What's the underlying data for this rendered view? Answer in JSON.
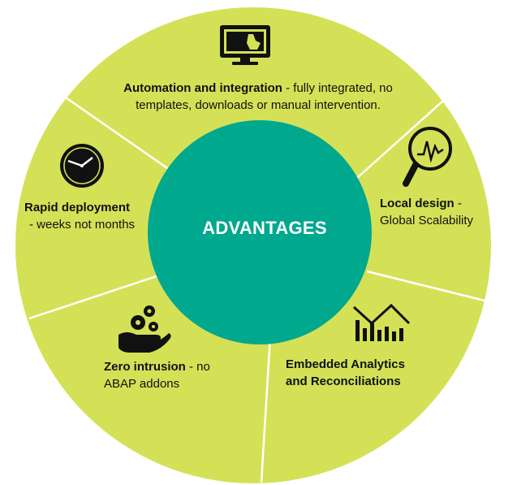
{
  "center": {
    "label": "ADVANTAGES"
  },
  "segments": [
    {
      "id": "automation",
      "title": "Automation and integration",
      "description": " - fully integrated, no templates, downloads or manual intervention.",
      "icon": "monitor-touch-icon"
    },
    {
      "id": "local",
      "title": "Local design",
      "description": " -",
      "description2": "Global Scalability",
      "icon": "magnifier-chart-icon"
    },
    {
      "id": "analytics",
      "title": "Embedded Analytics",
      "title2": "and Reconciliations",
      "icon": "bar-chart-trend-icon"
    },
    {
      "id": "zero",
      "title": "Zero intrusion",
      "description": " - no",
      "description2": "ABAP addons",
      "icon": "hand-gears-icon"
    },
    {
      "id": "rapid",
      "title": "Rapid deployment",
      "description": "- weeks not months",
      "icon": "clock-icon"
    }
  ],
  "colors": {
    "outer": "#d4e157",
    "center": "#00a88e",
    "divider": "#ffffff",
    "text": "#111111",
    "center_text": "#ffffff"
  }
}
